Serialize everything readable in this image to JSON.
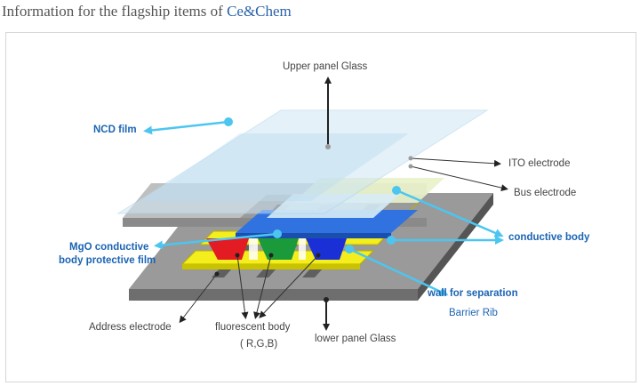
{
  "header": {
    "title_prefix": "Information for the flagship items of ",
    "brand": "Ce&Chem"
  },
  "labels": {
    "upper_panel_glass": "Upper panel Glass",
    "ncd_film": "NCD film",
    "ito_electrode": "ITO electrode",
    "bus_electrode": "Bus electrode",
    "conductive_body": "conductive body",
    "mgo_line1": "MgO conductive",
    "mgo_line2": "body protective film",
    "wall_separation": "wall for separation",
    "barrier_rib": "Barrier Rib",
    "address_electrode": "Address electrode",
    "fluorescent_body": "fluorescent body",
    "rgb": "( R,G,B)",
    "lower_panel_glass": "lower panel Glass"
  },
  "colors": {
    "accent_blue": "#1b64b3",
    "leader_cyan": "#4cc6f0",
    "phosphor_red": "#e31b23",
    "phosphor_green": "#1a9a3a",
    "phosphor_blue": "#1a2fd6",
    "bus_yellow": "#f3ee1c"
  }
}
